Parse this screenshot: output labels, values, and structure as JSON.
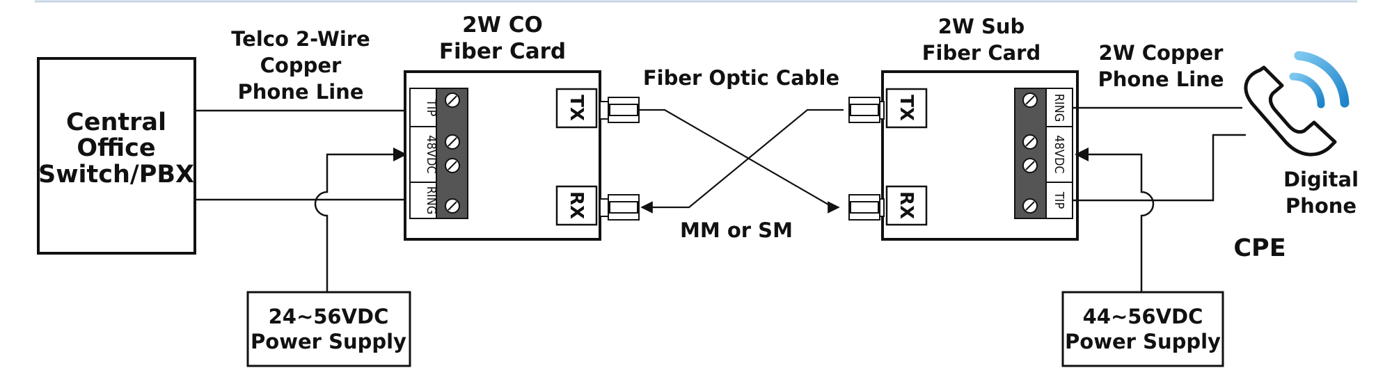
{
  "central_office": {
    "line1": "Central",
    "line2": "Office",
    "line3": "Switch/PBX"
  },
  "telco_line": {
    "line1": "Telco 2-Wire",
    "line2": "Copper",
    "line3": "Phone Line"
  },
  "co_card": {
    "line1": "2W CO",
    "line2": "Fiber Card",
    "terminals": [
      "TIP",
      "48VDC",
      "RING"
    ],
    "tx": "TX",
    "rx": "RX"
  },
  "fiber": {
    "label": "Fiber Optic Cable",
    "mode": "MM or SM"
  },
  "sub_card": {
    "line1": "2W Sub",
    "line2": "Fiber Card",
    "terminals": [
      "RING",
      "48VDC",
      "TIP"
    ],
    "tx": "TX",
    "rx": "RX"
  },
  "copper_line": {
    "line1": "2W Copper",
    "line2": "Phone Line"
  },
  "phone": {
    "line1": "Digital",
    "line2": "Phone"
  },
  "cpe": "CPE",
  "psu_left": {
    "line1": "24~56VDC",
    "line2": "Power Supply"
  },
  "psu_right": {
    "line1": "44~56VDC",
    "line2": "Power Supply"
  },
  "colors": {
    "line": "#111111",
    "terminal_block": "#555555",
    "phone_wave": "#3aa0dd",
    "top_rule": "#c6d4e4"
  }
}
